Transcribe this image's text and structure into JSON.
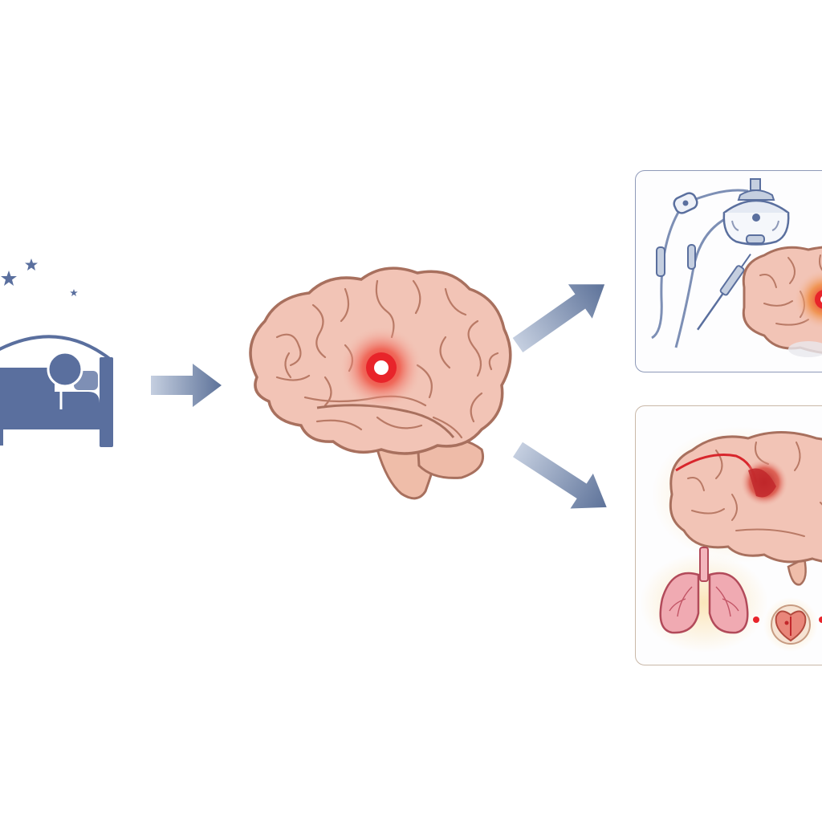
{
  "colors": {
    "background": "#ffffff",
    "icon_blue": "#5a6f9e",
    "arrow_blue": "#5d7299",
    "brain_fill": "#f2c4b6",
    "brain_outline": "#a8705e",
    "hotspot_red": "#e8242a",
    "panel_border_blue": "#8e99b8",
    "panel_border_tan": "#c9b8a8",
    "glow_yellow": "#fbe3b3",
    "lung_fill": "#f0aab2"
  },
  "nodes": [
    {
      "id": "sleep",
      "icon": "sleeping-person-in-bed-icon"
    },
    {
      "id": "brain-hotspot",
      "icon": "brain-with-hotspot-icon"
    },
    {
      "id": "medical-equipment-panel",
      "icon": "surgical-equipment-and-brain-icon"
    },
    {
      "id": "organ-damage-panel",
      "icon": "brain-lungs-heart-damage-icon"
    }
  ],
  "edges": [
    {
      "from": "sleep",
      "to": "brain-hotspot",
      "icon": "arrow-right-icon"
    },
    {
      "from": "brain-hotspot",
      "to": "medical-equipment-panel",
      "icon": "arrow-up-right-icon"
    },
    {
      "from": "brain-hotspot",
      "to": "organ-damage-panel",
      "icon": "arrow-down-right-icon"
    }
  ]
}
